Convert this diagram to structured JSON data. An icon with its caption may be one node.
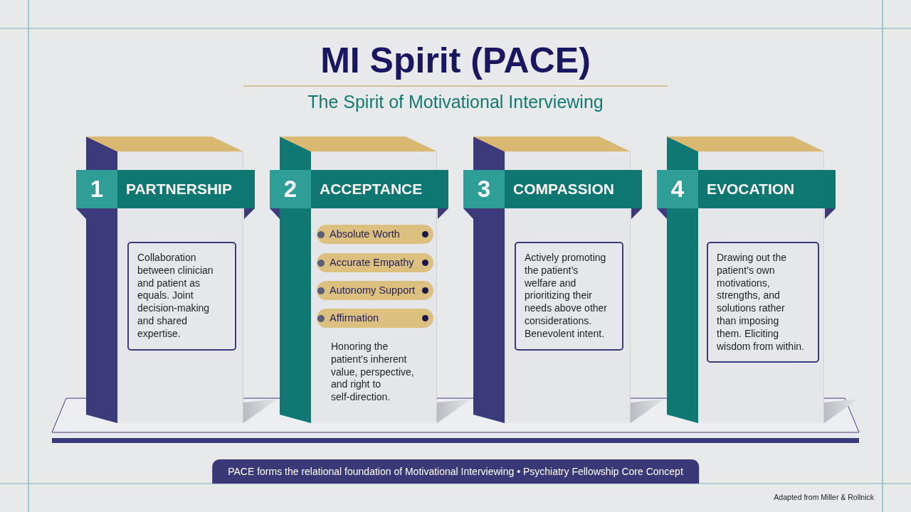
{
  "diagram": {
    "title": "MI Spirit (PACE)",
    "nodes": [
      {
        "text": [
          "1",
          "PARTNERSHIP"
        ]
      },
      {
        "text": [
          "Collaboration between clinician and patient as equals. Joint decision-making and shared expertise."
        ],
        "in": 0
      },
      {
        "text": [
          "2",
          "ACCEPTANCE",
          "Honoring the patient’s inherent value, perspective, and right to self-direction."
        ]
      },
      {
        "text": [
          "Absolute Worth"
        ],
        "in": 2
      },
      {
        "text": [
          "Accurate Empathy"
        ],
        "in": 2
      },
      {
        "text": [
          "Autonomy Support"
        ],
        "in": 2
      },
      {
        "text": [
          "Affirmation"
        ],
        "in": 2
      },
      {
        "text": [
          "3",
          "COMPASSION"
        ]
      },
      {
        "text": [
          "Actively promoting the patient’s welfare and prioritizing their needs above other considerations. Benevolent intent."
        ],
        "in": 7
      },
      {
        "text": [
          "4",
          "EVOCATION"
        ]
      },
      {
        "text": [
          "Drawing out the patient’s own motivations, strengths, and solutions rather than imposing them. Eliciting wisdom from within."
        ],
        "in": 9
      },
      {
        "text": [
          "PACE forms the relational foundation of Motivational Interviewing • Psychiatry Fellowship Core Concept"
        ]
      }
    ],
    "labels": [
      "The Spirit of Motivational Interviewing",
      "Adapted from Miller & Rollnick"
    ]
  }
}
